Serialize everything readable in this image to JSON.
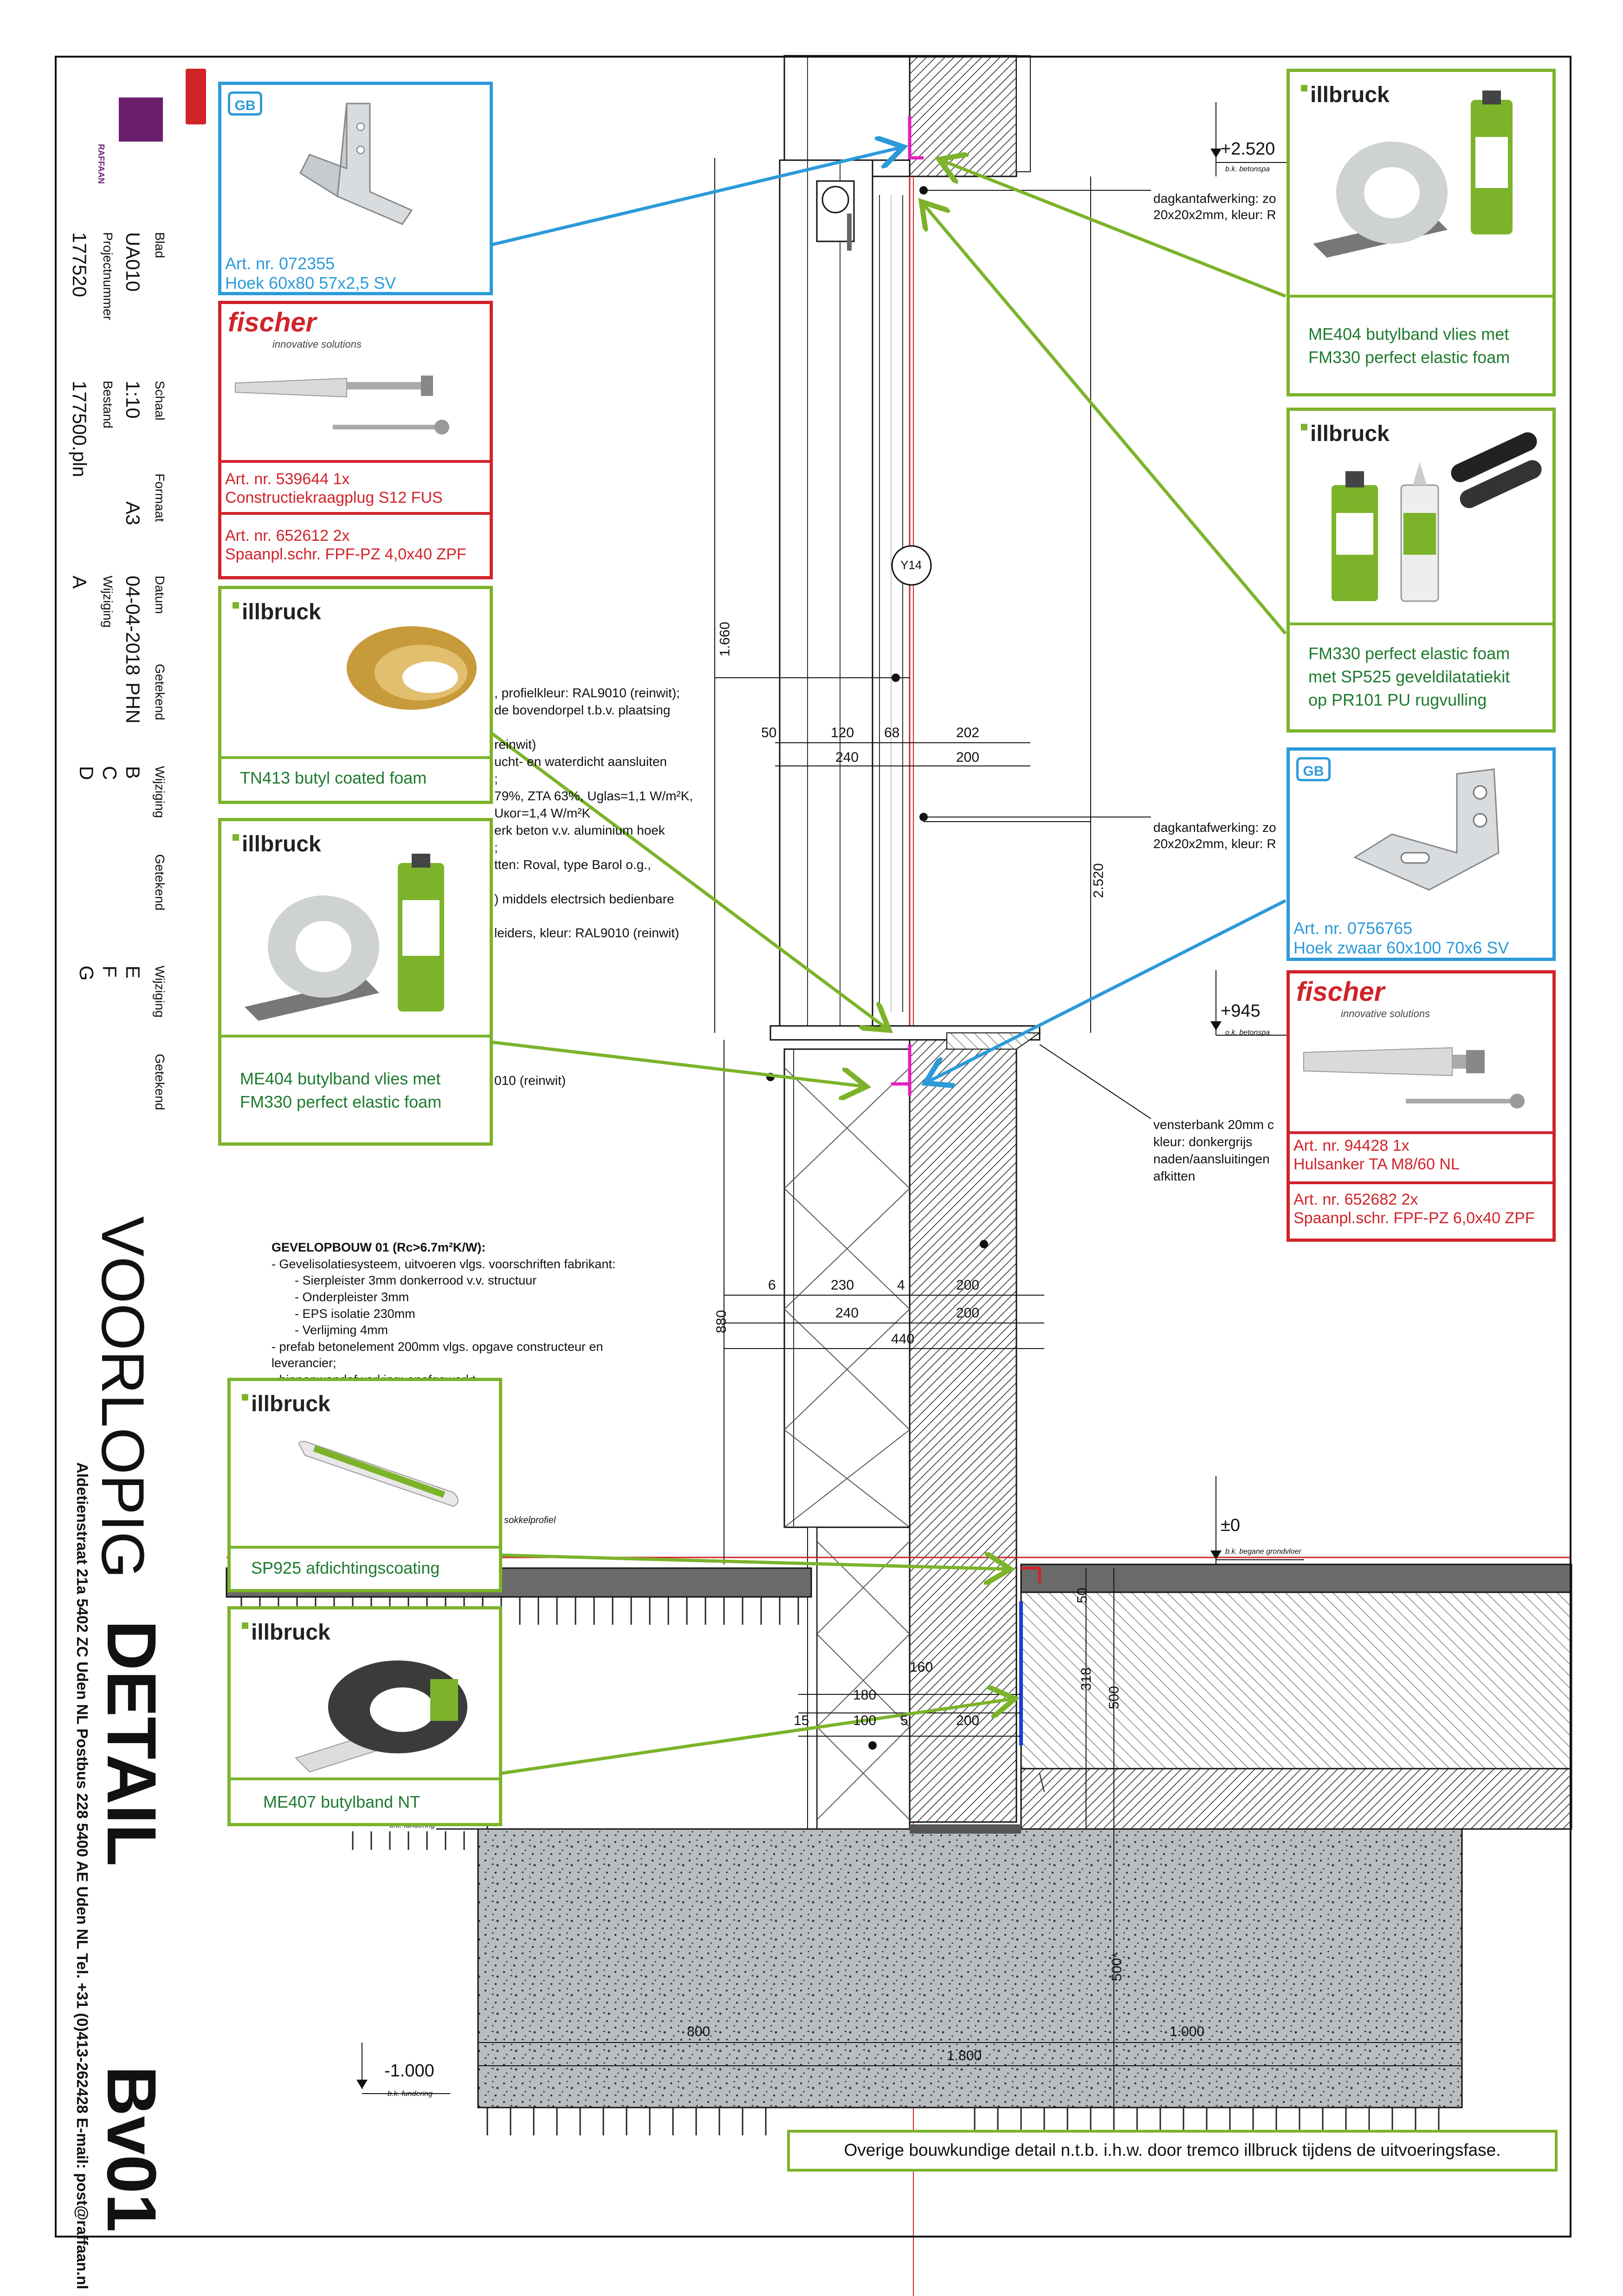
{
  "title_block": {
    "blad_label": "Blad",
    "blad": "UA010",
    "projectnummer_label": "Projectnummer",
    "projectnummer": "177520",
    "schaal_label": "Schaal",
    "schaal": "1:10",
    "bestand_label": "Bestand",
    "bestand": "177500.pln",
    "formaat_label": "Formaat",
    "formaat": "A3",
    "datum_label": "Datum",
    "datum": "04-04-2018",
    "wijziging_label": "Wijziging",
    "wijziging": "A",
    "getekend_label": "Getekend",
    "getekend": "PHN",
    "rev_letters_1": [
      "B",
      "C",
      "D"
    ],
    "rev_letters_2": [
      "E",
      "F",
      "G"
    ],
    "status": "VOORLOPIG",
    "sheet_type": "DETAIL",
    "code": "Bv01",
    "address": "Aldetienstraat 21a 5402 ZC Uden NL Postbus 228 5400 AE Uden NL Tel. +31 (0)413-262428 E-mail: post@raffaan.nl",
    "logo_text": "RAFFAAN"
  },
  "callouts": {
    "hoek_sv": {
      "art": "Art. nr. 072355",
      "name": "Hoek 60x80 57x2,5  SV"
    },
    "fischer_1": {
      "art1": "Art. nr. 539644   1x",
      "name1": "Constructiekraagplug S12 FUS",
      "art2": "Art. nr. 652612   2x",
      "name2": "Spaanpl.schr. FPF-PZ 4,0x40 ZPF",
      "brand": "fischer",
      "tagline": "innovative solutions"
    },
    "tn413": {
      "brand": "illbruck",
      "label": "TN413 butyl coated foam"
    },
    "me404_left": {
      "brand": "illbruck",
      "label1": "ME404 butylband vlies met",
      "label2": "FM330 perfect elastic foam"
    },
    "me404_right": {
      "brand": "illbruck",
      "label1": "ME404 butylband vlies met",
      "label2": "FM330 perfect elastic foam"
    },
    "fm330_right": {
      "brand": "illbruck",
      "label1": "FM330 perfect elastic foam",
      "label2": "met SP525 geveldilatatiekit",
      "label3": "op PR101 PU rugvulling"
    },
    "hoek_zwaar": {
      "art": "Art. nr. 0756765",
      "name": "Hoek zwaar 60x100 70x6 SV"
    },
    "fischer_2": {
      "art1": "Art. nr. 94428   1x",
      "name1": "Hulsanker TA M8/60 NL",
      "art2": "Art. nr. 652682   2x",
      "name2": "Spaanpl.schr. FPF-PZ 6,0x40 ZPF",
      "brand": "fischer",
      "tagline": "innovative solutions"
    },
    "sp925": {
      "brand": "illbruck",
      "label": "SP925 afdichtingscoating"
    },
    "me407": {
      "brand": "illbruck",
      "label": "ME407 butylband NT"
    }
  },
  "spec_text": {
    "window_lines": [
      ", profielkleur: RAL9010 (reinwit);",
      "de bovendorpel t.b.v. plaatsing",
      "",
      "reinwit)",
      "ucht- en waterdicht aansluiten",
      ";",
      "79%, ZTA 63%, Uglas=1,1 W/m²K,",
      "Uког=1,4 W/m²K",
      "erk beton v.v. aluminium hoek",
      ";",
      "tten: Roval, type Barol o.g.,",
      "",
      ") middels electrsich bedienbare",
      "",
      "leiders, kleur: RAL9010 (reinwit)"
    ],
    "sill_line": "010  (reinwit)",
    "gevel_title": "GEVELOPBOUW 01 (Rc>6.7m²K/W):",
    "gevel_lines": [
      "- Gevelisolatiesysteem, uitvoeren vlgs. voorschriften fabrikant:",
      "- Sierpleister 3mm donkerrood v.v. structuur",
      "- Onderpleister 3mm",
      "- EPS isolatie 230mm",
      "- Verlijming 4mm",
      "- prefab betonelement 200mm vlgs. opgave constructeur en",
      "leverancier;",
      "- binnenwandafwerking: onafgewerkt"
    ],
    "sokkel": ", sokkelprofiel",
    "dag_top1": "dagkantafwerking: zo",
    "dag_top2": "20x20x2mm, kleur: R",
    "dag_mid1": "dagkantafwerking: zo",
    "dag_mid2": "20x20x2mm, kleur: R",
    "vensterbank": [
      "vensterbank 20mm c",
      "kleur: donkergrijs",
      "naden/aansluitingen",
      "afkitten"
    ]
  },
  "levels": {
    "top": {
      "value": "+2.520",
      "sub": "b.k. betonspa"
    },
    "mid": {
      "value": "+945",
      "sub": "o.k. betonspa"
    },
    "zero": {
      "value": "±0",
      "sub": "b.k. begane grondvloer"
    },
    "fund": {
      "value": "-1.000",
      "sub": "b.k. fundering"
    },
    "fund2_sub": "b.k. fundering"
  },
  "dims": {
    "d1660": "1.660",
    "d2520": "2.520",
    "d50a": "50",
    "d120": "120",
    "d68": "68",
    "d202": "202",
    "d240a": "240",
    "d200a": "200",
    "d6": "6",
    "d230": "230",
    "d4": "4",
    "d200b": "200",
    "d240b": "240",
    "d200c": "200",
    "d440": "440",
    "d880": "880",
    "d160": "160",
    "d180": "180",
    "d15": "15",
    "d100": "100",
    "d5": "5",
    "d200d": "200",
    "d50b": "50",
    "d318": "318",
    "d500a": "500",
    "d500b": "500*",
    "d800": "800",
    "d1000": "1.000",
    "d1800": "1.800",
    "y14": "Y14"
  },
  "note": "Overige bouwkundige detail n.t.b. i.h.w. door tremco illbruck tijdens de uitvoeringsfase.",
  "colors": {
    "green": "#7cb32a",
    "blue": "#2c9ad9",
    "red": "#d1232a",
    "magenta": "#e41ebf"
  }
}
